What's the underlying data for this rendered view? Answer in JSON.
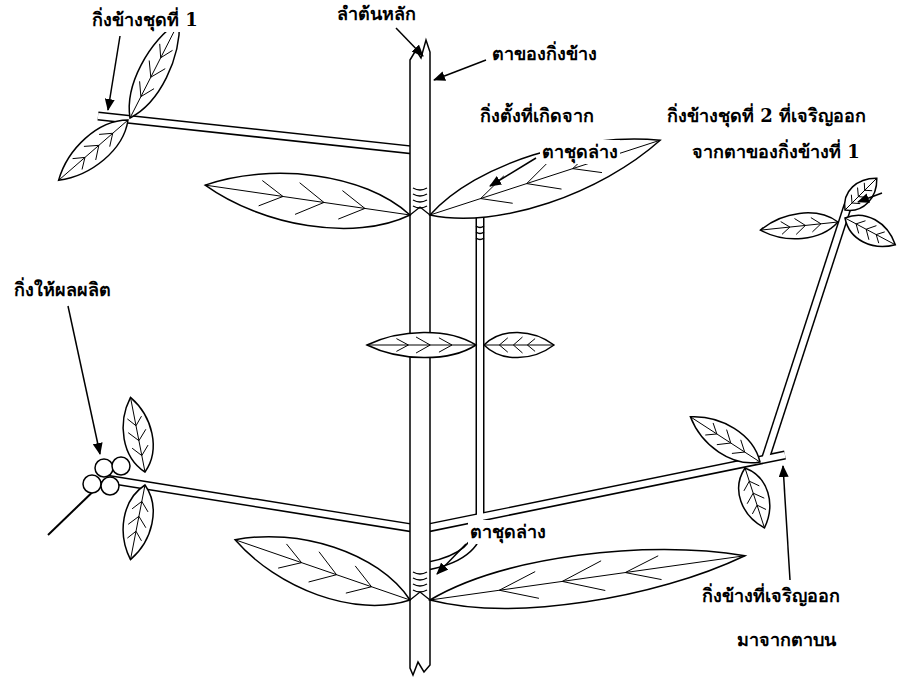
{
  "diagram": {
    "labels": [
      "กิ่งข้างชุดที่ 1",
      "ลำต้นหลัก",
      "ตาของกิ่งข้าง",
      "กิ่งตั้งที่เกิดจาก",
      "กิ่งข้างชุดที่ 2 ที่เจริญออก",
      "ตาชุดล่าง",
      "จากตาของกิ่งข้างที่ 1",
      "กิ่งให้ผลผลิต",
      "ตาชุดล่าง",
      "กิ่งข้างที่เจริญออก",
      "มาจากตาบน"
    ]
  }
}
